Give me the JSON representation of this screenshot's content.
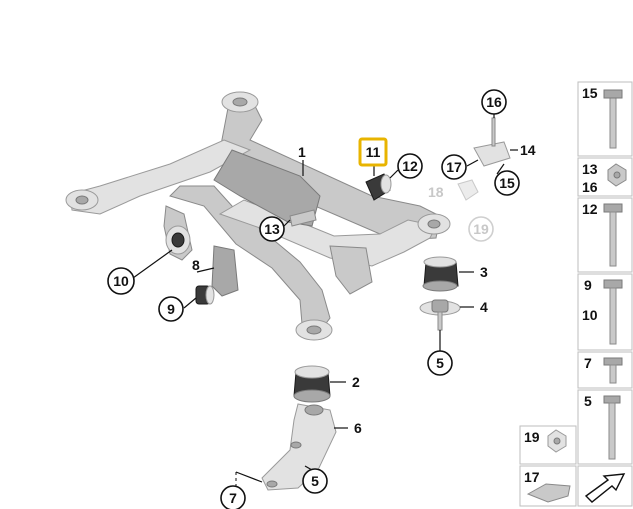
{
  "callouts": {
    "c1": "1",
    "c2": "2",
    "c3": "3",
    "c4": "4",
    "c5a": "5",
    "c5b": "5",
    "c6": "6",
    "c7": "7",
    "c8": "8",
    "c9": "9",
    "c10": "10",
    "c11": "11",
    "c12": "12",
    "c13": "13",
    "c14": "14",
    "c15": "15",
    "c16": "16",
    "c17": "17",
    "c18": "18",
    "c19": "19"
  },
  "side_panel": {
    "p15": "15",
    "p13": "13",
    "p16": "16",
    "p12": "12",
    "p9": "9",
    "p10": "10",
    "p7": "7",
    "p5": "5",
    "p19": "19",
    "p17": "17"
  },
  "colors": {
    "highlight": "#e8b400",
    "metal": "#c9c9c9",
    "rubber": "#3a3a3a",
    "ghost": "#c8c8c8"
  }
}
